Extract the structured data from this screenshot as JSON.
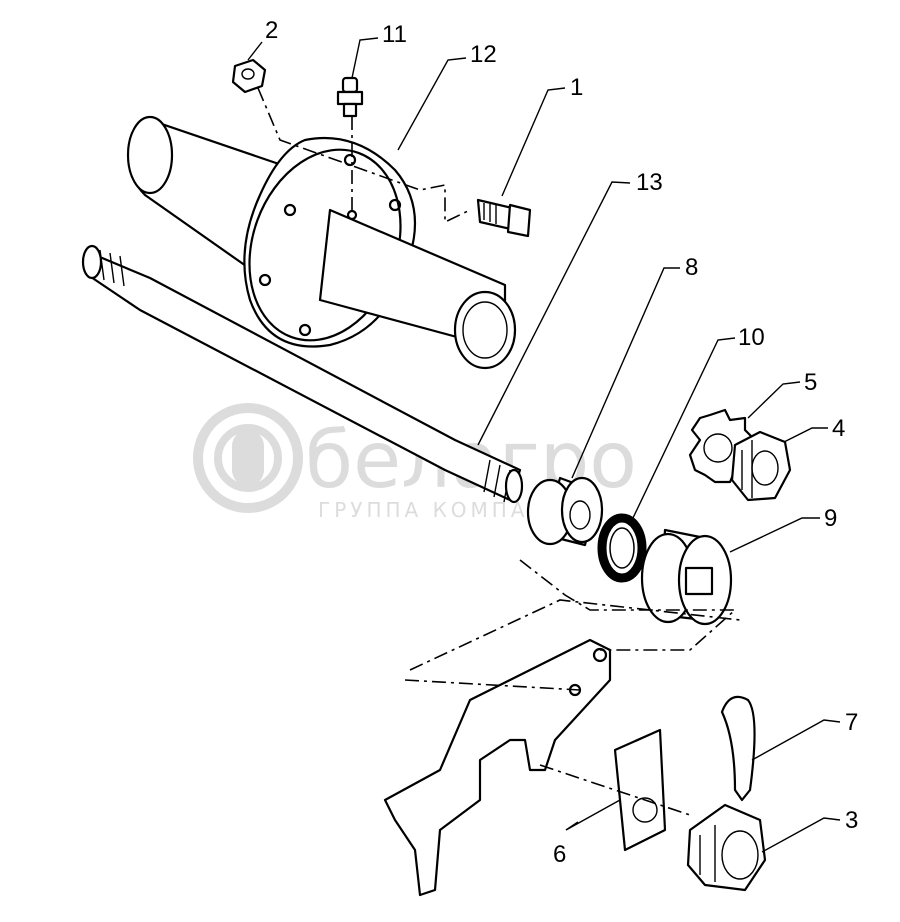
{
  "watermark": {
    "brand": "белагро",
    "subtitle": "ГРУППА КОМПАНИЙ"
  },
  "callouts": {
    "c1": "1",
    "c2": "2",
    "c3": "3",
    "c4": "4",
    "c5": "5",
    "c6": "6",
    "c7": "7",
    "c8": "8",
    "c9": "9",
    "c10": "10",
    "c11": "11",
    "c12": "12",
    "c13": "13"
  }
}
